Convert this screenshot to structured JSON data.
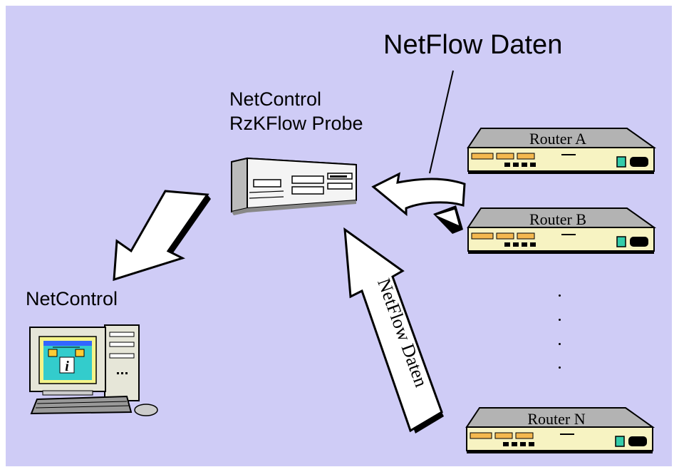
{
  "labels": {
    "netflow_top": "NetFlow Daten",
    "probe_line1": "NetControl",
    "probe_line2": "RzKFlow Probe",
    "netcontrol": "NetControl",
    "netflow_arrow": "NetFlow Daten"
  },
  "routers": [
    {
      "label": "Router A"
    },
    {
      "label": "Router B"
    },
    {
      "label": "Router N"
    }
  ],
  "colors": {
    "background": "#cfccf6",
    "router_front": "#f7f3c2",
    "router_top": "#b3b3b3",
    "arrow_fill": "#ffffff",
    "monitor_screen": "#33cccc"
  },
  "icons": {
    "computer": "workstation-computer-icon",
    "probe": "server-box-icon",
    "router": "router-device-icon"
  }
}
